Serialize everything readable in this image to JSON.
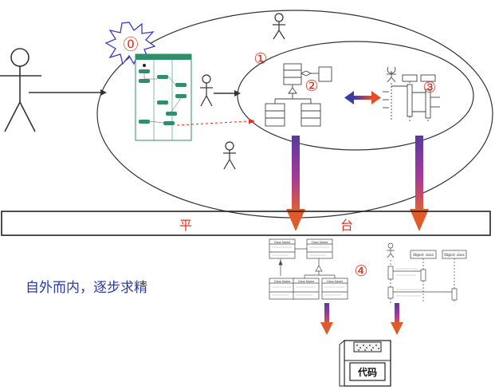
{
  "markers": {
    "zero": "⓪",
    "one": "①",
    "two": "②",
    "three": "③",
    "four": "④"
  },
  "platform": {
    "left_char": "平",
    "right_char": "台"
  },
  "caption": "自外而内，逐步求精",
  "code_label": "代码",
  "mini_class_title": "Class Name",
  "mini_object_titles": [
    "Object: class",
    "Object: class"
  ],
  "colors": {
    "marker_red": "#e03020",
    "arrow_top": "#a33aa0",
    "arrow_bottom": "#e05a2a",
    "caption_blue": "#2a3aa8",
    "activity_green": "#2f8f6a"
  }
}
